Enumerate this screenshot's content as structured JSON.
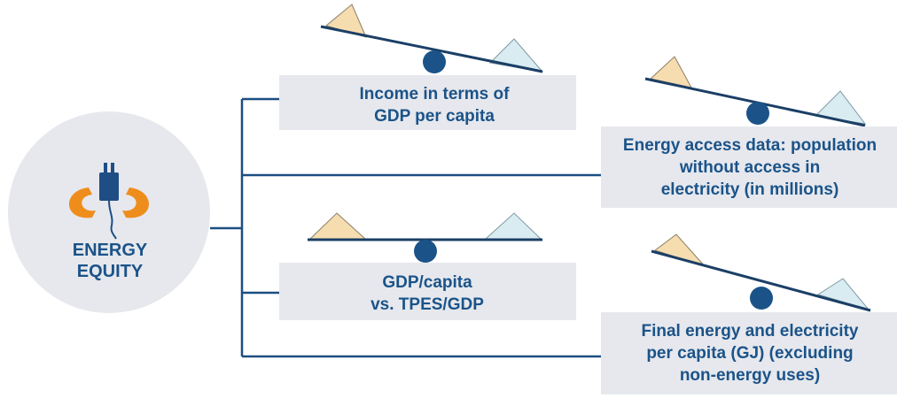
{
  "colors": {
    "navy": "#1b5389",
    "line": "#1b4f80",
    "box_fill": "#e6e8ed",
    "hub_fill": "#e6e8ed",
    "tan": "#f6ddb0",
    "light_blue": "#d9ecf1",
    "orange": "#ef8d1c",
    "plug": "#1f4e84"
  },
  "hub": {
    "icon": "plug-icon",
    "title_line1": "ENERGY",
    "title_line2": "EQUITY"
  },
  "indicators": [
    {
      "lines": [
        "Income in terms of",
        "GDP per capita"
      ],
      "scale_state": "tilted-right"
    },
    {
      "lines": [
        "Energy access data: population",
        "without access in",
        "electricity (in millions)"
      ],
      "scale_state": "tilted-right"
    },
    {
      "lines": [
        "GDP/capita",
        "vs. TPES/GDP"
      ],
      "scale_state": "balanced"
    },
    {
      "lines": [
        "Final energy and electricity",
        "per capita (GJ) (excluding",
        "non-energy uses)"
      ],
      "scale_state": "tilted-right"
    }
  ]
}
